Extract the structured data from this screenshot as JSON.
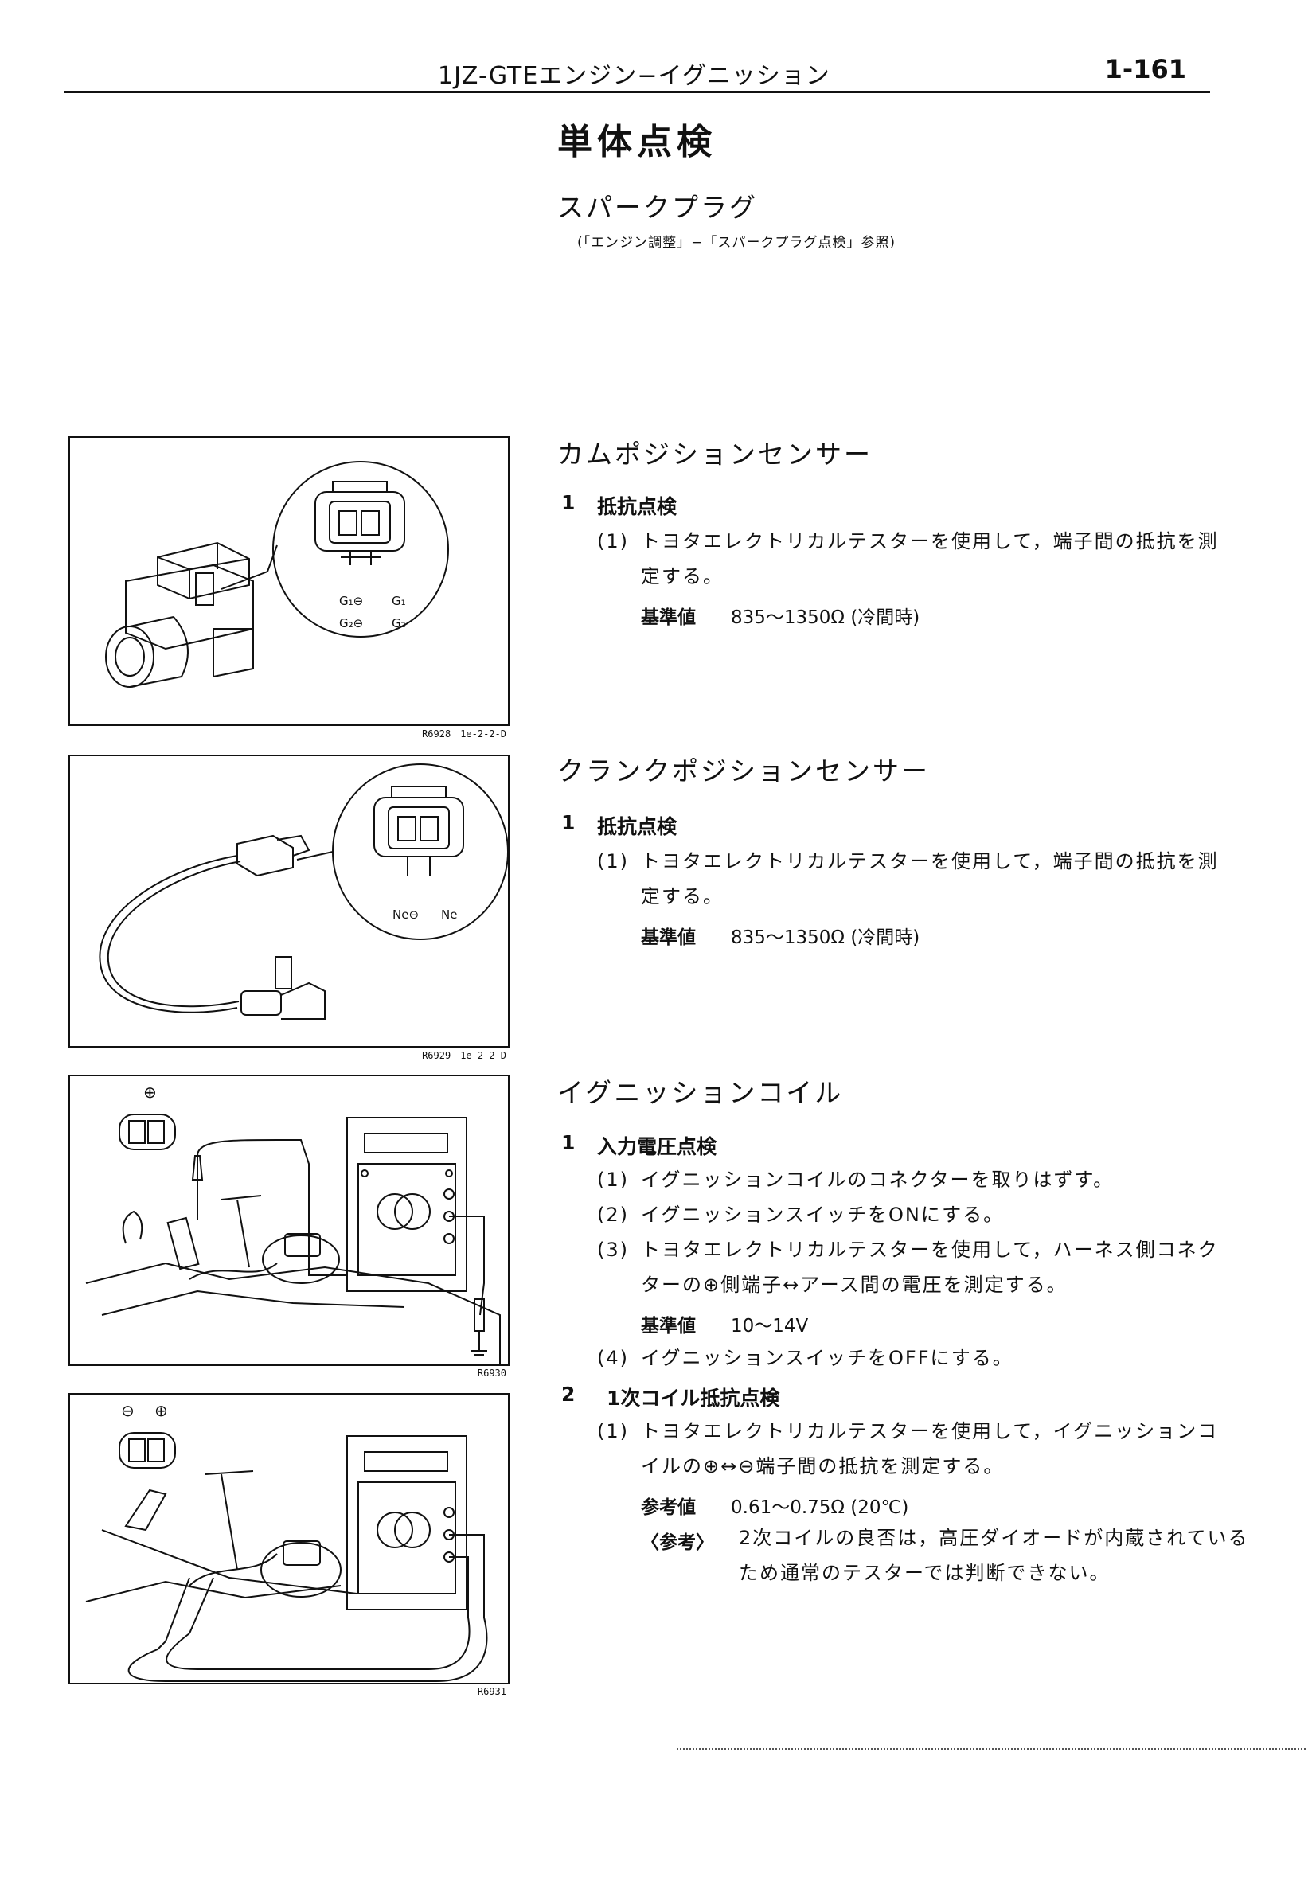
{
  "header": {
    "title": "1JZ-GTEエンジン−イグニッション",
    "page": "1-161"
  },
  "section_title": "単体点検",
  "spark_plug": {
    "title": "スパークプラグ",
    "ref": "(「エンジン調整」−「スパークプラグ点検」参照)"
  },
  "cam_sensor": {
    "title": "カムポジションセンサー",
    "step_num": "1",
    "step_title": "抵抗点検",
    "items": [
      {
        "num": "(1)",
        "line1": "トヨタエレクトリカルテスターを使用して，端子間の抵抗を測",
        "line2": "定する。"
      }
    ],
    "spec_label": "基準値",
    "spec_value": "835〜1350Ω (冷間時)",
    "fig_code": "R6928　1e-2-2-D",
    "fig_labels": {
      "g1_minus": "G₁⊖",
      "g1": "G₁",
      "g2_minus": "G₂⊖",
      "g2": "G₂"
    }
  },
  "crank_sensor": {
    "title": "クランクポジションセンサー",
    "step_num": "1",
    "step_title": "抵抗点検",
    "items": [
      {
        "num": "(1)",
        "line1": "トヨタエレクトリカルテスターを使用して，端子間の抵抗を測",
        "line2": "定する。"
      }
    ],
    "spec_label": "基準値",
    "spec_value": "835〜1350Ω (冷間時)",
    "fig_code": "R6929　1e-2-2-D",
    "fig_labels": {
      "ne_minus": "Ne⊖",
      "ne": "Ne"
    }
  },
  "ignition_coil": {
    "title": "イグニッションコイル",
    "step1_num": "1",
    "step1_title": "入力電圧点検",
    "step1_items": [
      {
        "num": "(1)",
        "text": "イグニッションコイルのコネクターを取りはずす。"
      },
      {
        "num": "(2)",
        "text": "イグニッションスイッチをONにする。"
      },
      {
        "num": "(3)",
        "text": "トヨタエレクトリカルテスターを使用して，ハーネス側コネク",
        "text2": "ターの⊕側端子↔アース間の電圧を測定する。"
      }
    ],
    "step1_spec_label": "基準値",
    "step1_spec_value": "10〜14V",
    "step1_item4_num": "(4)",
    "step1_item4_text": "イグニッションスイッチをOFFにする。",
    "step2_num": "2",
    "step2_title": "1次コイル抵抗点検",
    "step2_item_num": "(1)",
    "step2_item_line1": "トヨタエレクトリカルテスターを使用して，イグニッションコ",
    "step2_item_line2": "イルの⊕↔⊖端子間の抵抗を測定する。",
    "step2_spec_label": "参考値",
    "step2_spec_value": "0.61〜0.75Ω (20℃)",
    "note_label": "〈参考〉",
    "note_line1": "2次コイルの良否は，高圧ダイオードが内蔵されている",
    "note_line2": "ため通常のテスターでは判断できない。",
    "fig3_code": "R6930",
    "fig4_code": "R6931",
    "fig3_plus": "⊕",
    "fig4_minus": "⊖",
    "fig4_plus": "⊕"
  }
}
